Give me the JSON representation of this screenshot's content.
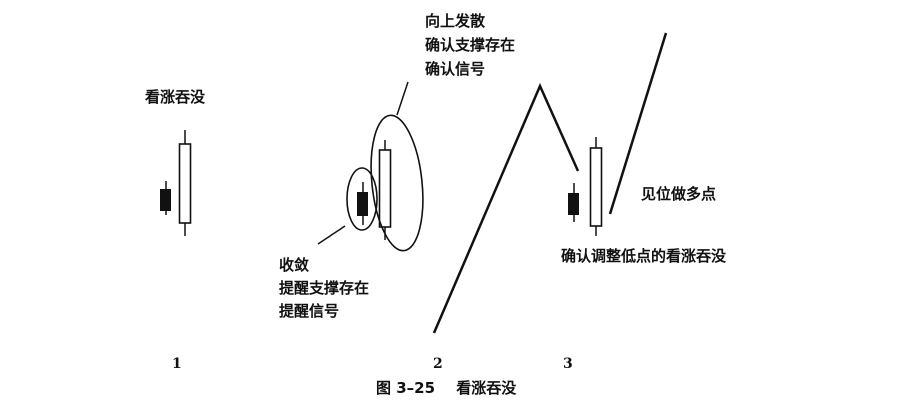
{
  "labels": {
    "pattern_left": "看涨吞没",
    "diverge_line1": "向上发散",
    "diverge_line2": "确认支撑存在",
    "diverge_line3": "确认信号",
    "converge_line1": "收敛",
    "converge_line2": "提醒支撑存在",
    "converge_line3": "提醒信号",
    "action": "见位做多点",
    "confirm_low": "确认调整低点的看涨吞没"
  },
  "numbers": {
    "n1": "1",
    "n2": "2",
    "n3": "3"
  },
  "caption": {
    "figure_no": "图 3–25",
    "title": "看涨吞没"
  },
  "colors": {
    "ink": "#111111",
    "paper": "#ffffff"
  }
}
